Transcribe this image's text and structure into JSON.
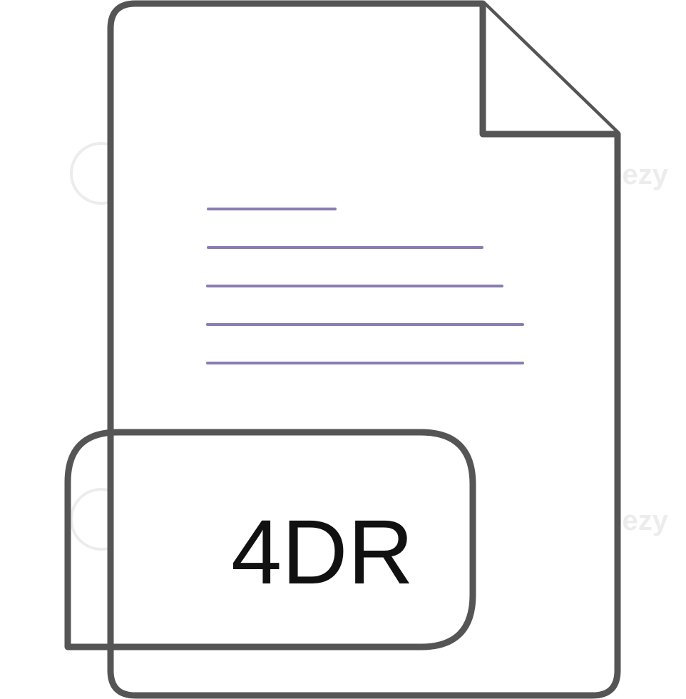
{
  "file_icon": {
    "extension_label": "4DR",
    "outline_color": "#555555",
    "text_color": "#111111",
    "content_line_color": "#8a7db5",
    "content_line_count": 5,
    "icon": "document-file-icon"
  },
  "watermark": {
    "text": "Vecteezy",
    "color": "#e8e8e8"
  }
}
